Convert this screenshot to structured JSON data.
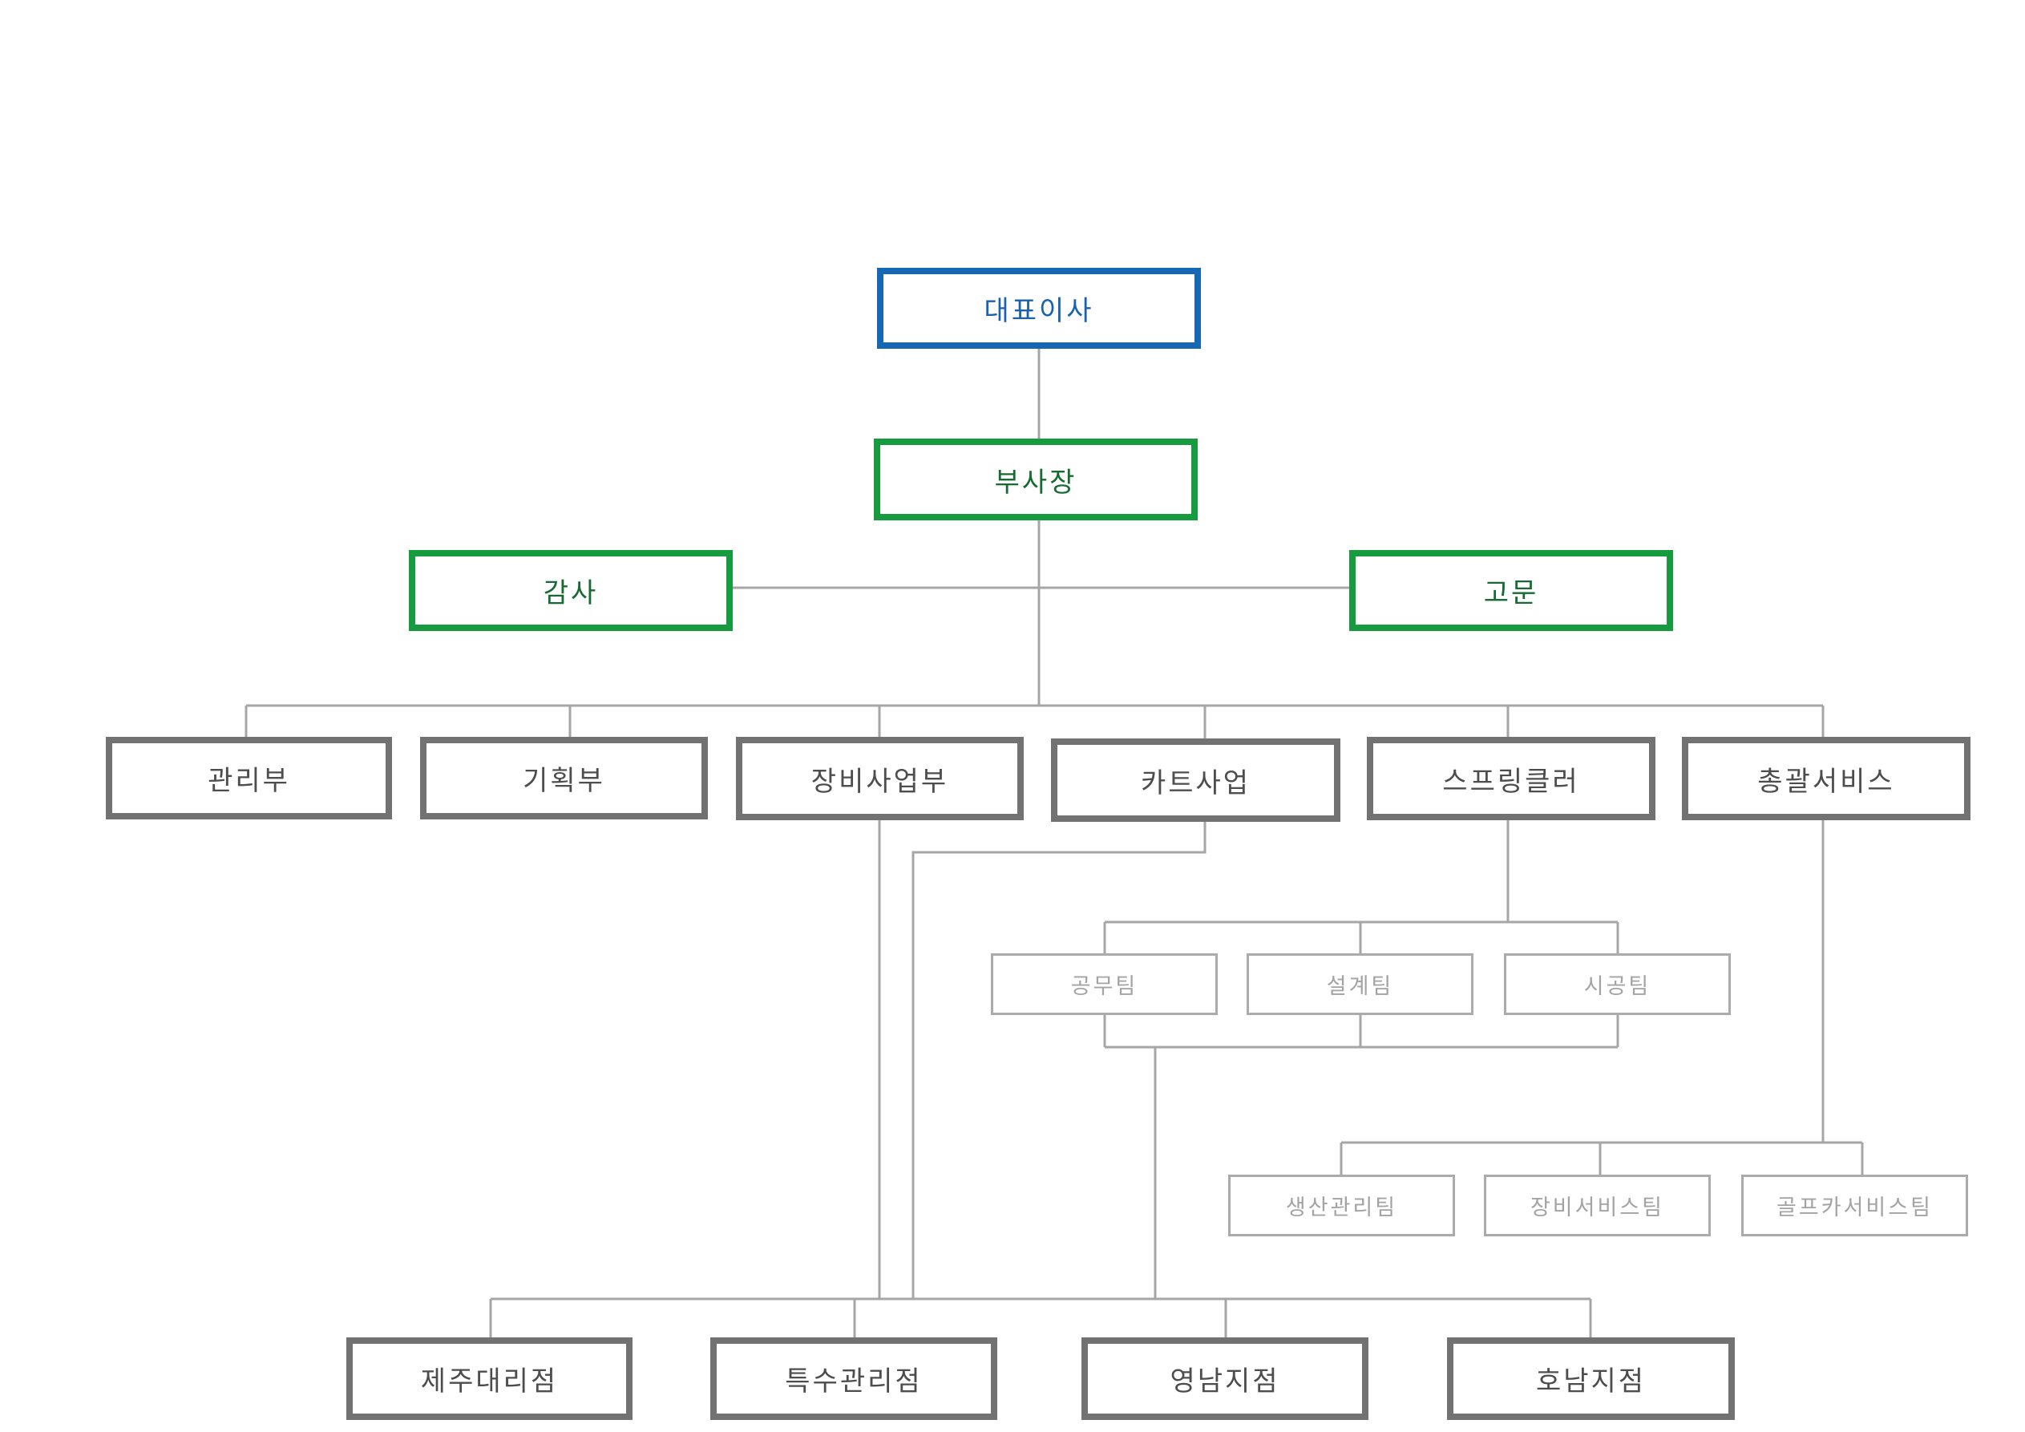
{
  "org": {
    "ceo": "대표이사",
    "vice_president": "부사장",
    "auditor": "감사",
    "advisor": "고문",
    "departments": [
      "관리부",
      "기획부",
      "장비사업부",
      "카트사업",
      "스프링클러",
      "총괄서비스"
    ],
    "sprinkler_teams": [
      "공무팀",
      "설계팀",
      "시공팀"
    ],
    "service_teams": [
      "생산관리팀",
      "장비서비스팀",
      "골프카서비스팀"
    ],
    "branches": [
      "제주대리점",
      "특수관리점",
      "영남지점",
      "호남지점"
    ]
  },
  "colors": {
    "ceo_border": "#1667b4",
    "exec_border": "#169b3e",
    "dept_border": "#727272",
    "team_border": "#ababab",
    "connector": "#a6a6a6"
  }
}
